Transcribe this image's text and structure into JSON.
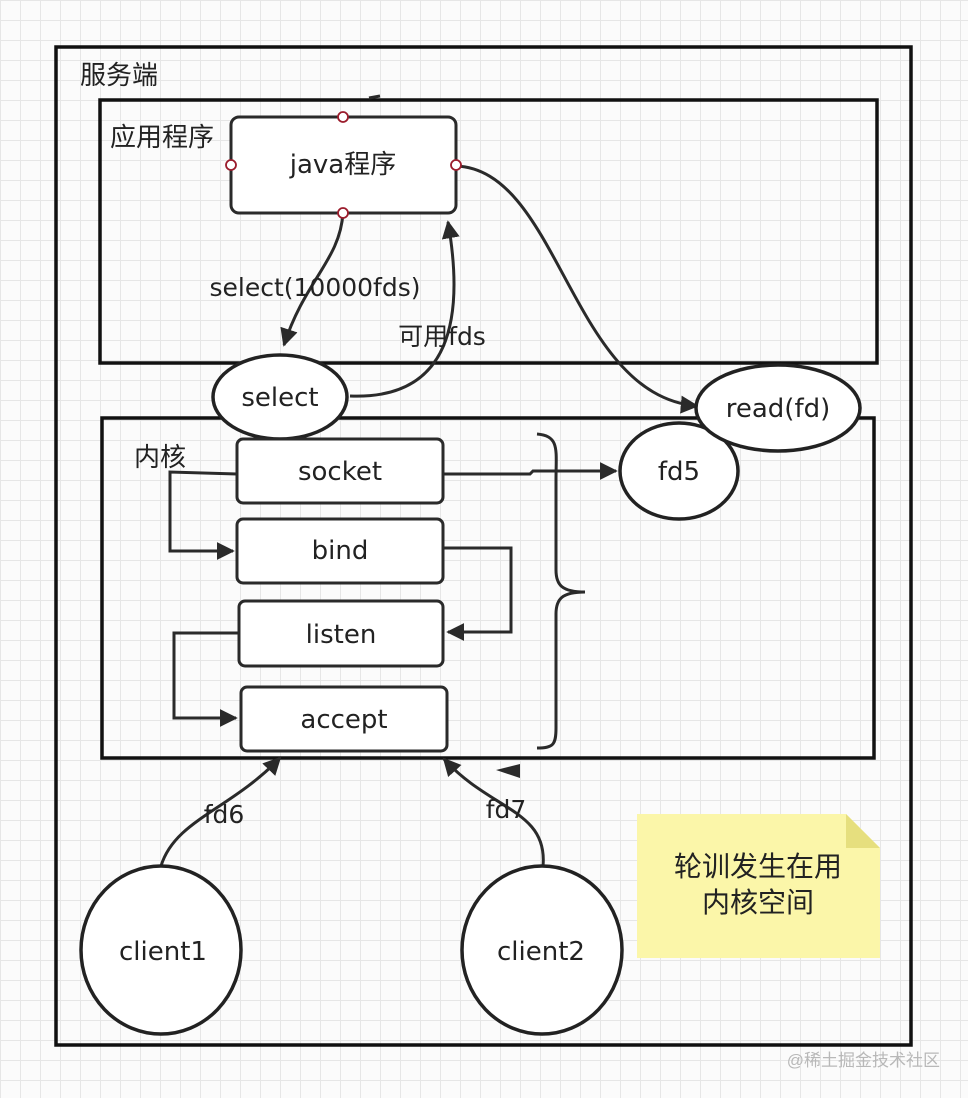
{
  "containers": {
    "server_label": "服务端",
    "app_label": "应用程序",
    "kernel_label": "内核"
  },
  "nodes": {
    "java_program": "java程序",
    "select": "select",
    "read_fd": "read(fd)",
    "fd5": "fd5",
    "socket": "socket",
    "bind": "bind",
    "listen": "listen",
    "accept": "accept",
    "client1": "client1",
    "client2": "client2"
  },
  "edge_labels": {
    "select_call": "select(10000fds)",
    "available_fds": "可用fds",
    "fd6": "fd6",
    "fd7": "fd7"
  },
  "note": {
    "line1": "轮训发生在用",
    "line2": "内核空间",
    "color": "#fbf6a9"
  },
  "watermark": "@稀土掘金技术社区"
}
